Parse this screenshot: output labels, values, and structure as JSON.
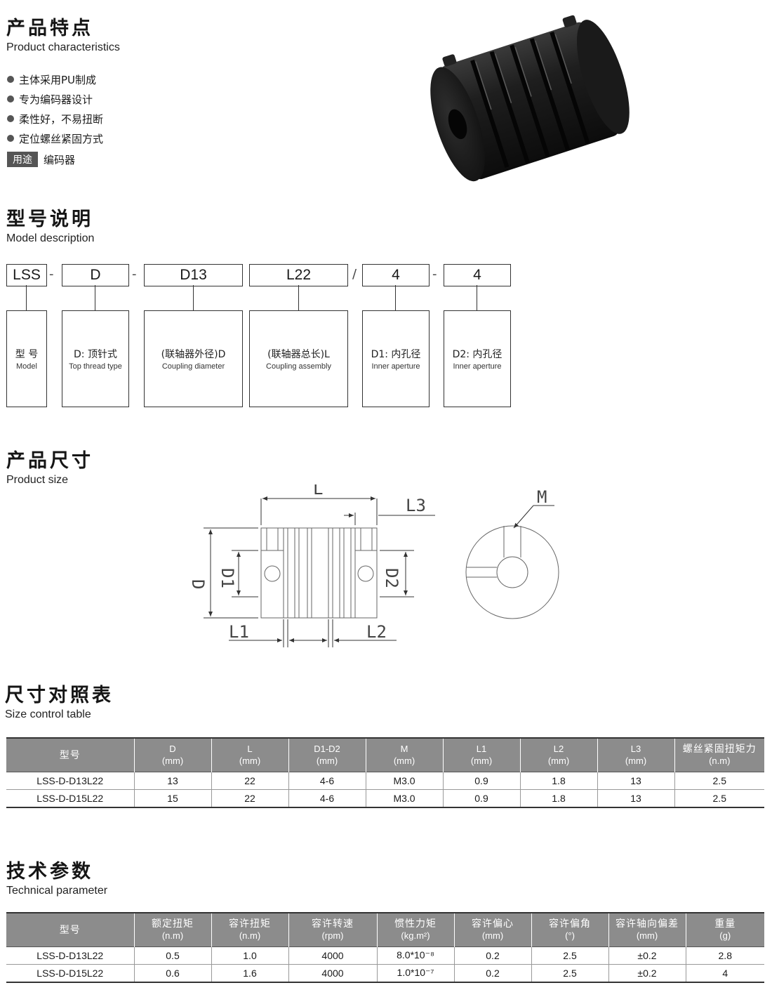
{
  "features": {
    "title_cn": "产品特点",
    "title_en": "Product characteristics",
    "items": [
      "主体采用PU制成",
      "专为编码器设计",
      "柔性好，不易扭断",
      "定位螺丝紧固方式"
    ],
    "use_label": "用途",
    "use_value": "编码器"
  },
  "model": {
    "title_cn": "型号说明",
    "title_en": "Model description",
    "codes": [
      "LSS",
      "D",
      "D13",
      "L22",
      "4",
      "4"
    ],
    "separators": [
      "-",
      "-",
      "",
      "/",
      "-"
    ],
    "descriptions": [
      {
        "cn": "型 号",
        "en": "Model"
      },
      {
        "cn": "D: 顶针式",
        "en": "Top thread type"
      },
      {
        "cn": "(联轴器外径)D",
        "en": "Coupling diameter"
      },
      {
        "cn": "(联轴器总长)L",
        "en": "Coupling assembly"
      },
      {
        "cn": "D1: 内孔径",
        "en": "Inner aperture"
      },
      {
        "cn": "D2: 内孔径",
        "en": "Inner aperture"
      }
    ]
  },
  "size": {
    "title_cn": "产品尺寸",
    "title_en": "Product size",
    "labels": {
      "L": "L",
      "L3": "L3",
      "D": "D",
      "D1": "D1",
      "D2": "D2",
      "L1": "L1",
      "L2": "L2",
      "M": "M"
    }
  },
  "size_table": {
    "title_cn": "尺寸对照表",
    "title_en": "Size control table",
    "headers": [
      {
        "top": "型号",
        "unit": ""
      },
      {
        "top": "D",
        "unit": "(mm)"
      },
      {
        "top": "L",
        "unit": "(mm)"
      },
      {
        "top": "D1-D2",
        "unit": "(mm)"
      },
      {
        "top": "M",
        "unit": "(mm)"
      },
      {
        "top": "L1",
        "unit": "(mm)"
      },
      {
        "top": "L2",
        "unit": "(mm)"
      },
      {
        "top": "L3",
        "unit": "(mm)"
      },
      {
        "top": "螺丝紧固扭矩力",
        "unit": "(n.m)"
      }
    ],
    "rows": [
      [
        "LSS-D-D13L22",
        "13",
        "22",
        "4-6",
        "M3.0",
        "0.9",
        "1.8",
        "13",
        "2.5"
      ],
      [
        "LSS-D-D15L22",
        "15",
        "22",
        "4-6",
        "M3.0",
        "0.9",
        "1.8",
        "13",
        "2.5"
      ]
    ]
  },
  "tech_table": {
    "title_cn": "技术参数",
    "title_en": "Technical parameter",
    "headers": [
      {
        "top": "型号",
        "unit": ""
      },
      {
        "top": "额定扭矩",
        "unit": "(n.m)"
      },
      {
        "top": "容许扭矩",
        "unit": "(n.m)"
      },
      {
        "top": "容许转速",
        "unit": "(rpm)"
      },
      {
        "top": "惯性力矩",
        "unit": "(kg.m²)"
      },
      {
        "top": "容许偏心",
        "unit": "(mm)"
      },
      {
        "top": "容许偏角",
        "unit": "(°)"
      },
      {
        "top": "容许轴向偏差",
        "unit": "(mm)"
      },
      {
        "top": "重量",
        "unit": "(g)"
      }
    ],
    "rows": [
      [
        "LSS-D-D13L22",
        "0.5",
        "1.0",
        "4000",
        "8.0*10⁻⁸",
        "0.2",
        "2.5",
        "±0.2",
        "2.8"
      ],
      [
        "LSS-D-D15L22",
        "0.6",
        "1.6",
        "4000",
        "1.0*10⁻⁷",
        "0.2",
        "2.5",
        "±0.2",
        "4"
      ]
    ]
  }
}
